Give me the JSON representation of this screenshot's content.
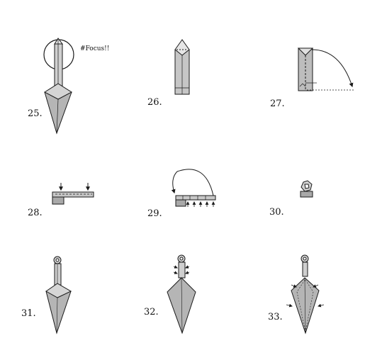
{
  "steps": [
    {
      "label": "25."
    },
    {
      "label": "26."
    },
    {
      "label": "27."
    },
    {
      "label": "28."
    },
    {
      "label": "29."
    },
    {
      "label": "30."
    },
    {
      "label": "31."
    },
    {
      "label": "32."
    },
    {
      "label": "33."
    }
  ],
  "step25_note": "#Focus!!",
  "colors": {
    "paper": "#b5b5b5",
    "paper_light": "#d9d9d9",
    "line": "#1a1a1a"
  }
}
